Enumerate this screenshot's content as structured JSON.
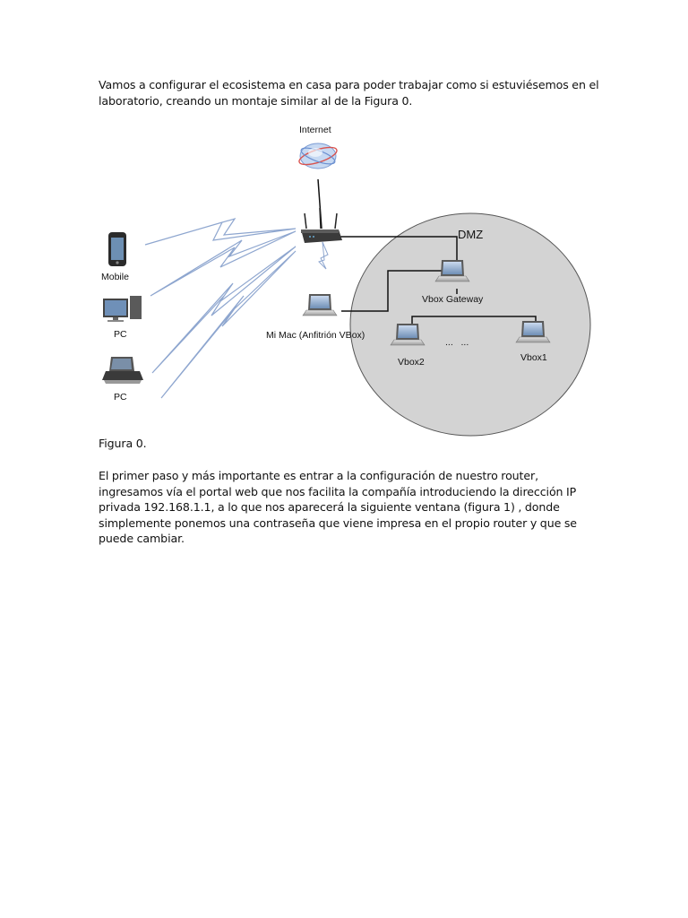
{
  "intro": "Vamos a configurar el ecosistema en casa para poder trabajar como si estuviésemos en el laboratorio, creando un montaje similar al de la Figura 0.",
  "figure": {
    "labels": {
      "internet": "Internet",
      "dmz": "DMZ",
      "mobile": "Mobile",
      "pc1": "PC",
      "pc2": "PC",
      "mac": "Mi Mac (Anfitrión VBox)",
      "gateway": "Vbox Gateway",
      "vbox2": "Vbox2",
      "vbox1": "Vbox1",
      "dots": "...   ..."
    },
    "colors": {
      "dmz_circle": "#d3d3d3",
      "bolt_stroke": "#8ea6cf",
      "line": "#111111"
    }
  },
  "caption": "Figura 0.",
  "body": "El primer paso y más importante es entrar a la configuración de nuestro router, ingresamos vía el portal web que nos facilita la compañía introduciendo la dirección IP privada 192.168.1.1, a lo que nos aparecerá la siguiente ventana (figura 1) , donde simplemente ponemos una contraseña que viene impresa en el propio router y que se puede cambiar."
}
